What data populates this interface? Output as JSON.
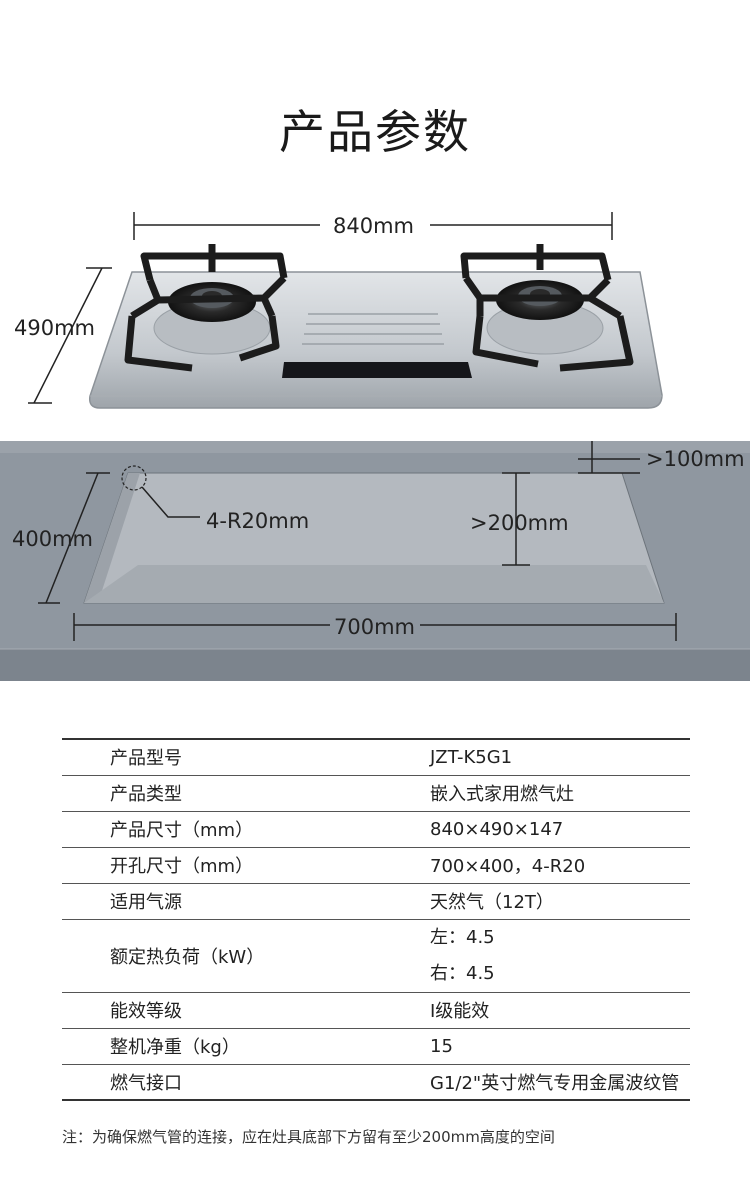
{
  "title": "产品参数",
  "dimensions": {
    "stove_width": "840mm",
    "stove_depth": "490mm",
    "cutout_depth": "400mm",
    "corner_radius": "4-R20mm",
    "front_clearance": ">200mm",
    "back_clearance": ">100mm",
    "cutout_width": "700mm"
  },
  "specs": [
    {
      "key": "产品型号",
      "value": "JZT-K5G1"
    },
    {
      "key": "产品类型",
      "value": "嵌入式家用燃气灶"
    },
    {
      "key": "产品尺寸（mm）",
      "value": "840×490×147"
    },
    {
      "key": "开孔尺寸（mm）",
      "value": "700×400，4-R20"
    },
    {
      "key": "适用气源",
      "value": "天然气（12T）"
    },
    {
      "key": "额定热负荷（kW）",
      "values": [
        "左：4.5",
        "右：4.5"
      ]
    },
    {
      "key": "能效等级",
      "value": "Ⅰ级能效"
    },
    {
      "key": "整机净重（kg）",
      "value": "15"
    },
    {
      "key": "燃气接口",
      "value": "G1/2\"英寸燃气专用金属波纹管"
    }
  ],
  "note": "注：为确保燃气管的连接，应在灶具底部下方留有至少200mm高度的空间",
  "colors": {
    "counter": "#8f97a0",
    "cutout": "#b7bcc2",
    "steel": "#c9cdd1",
    "grate": "#1c1c1c"
  }
}
